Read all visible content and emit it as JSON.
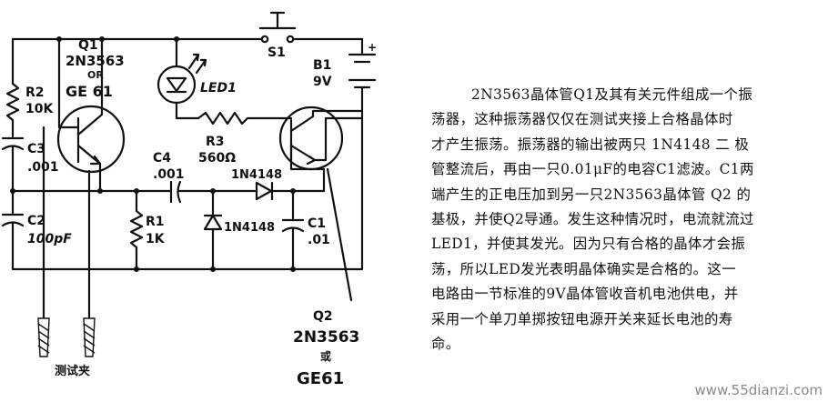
{
  "labels": {
    "q1": "Q1",
    "q1_part": "2N3563",
    "q1_or": "OR",
    "q1_alt": "GE 61",
    "r2": "R2",
    "r2_val": "10K",
    "c3": "C3",
    "c3_val": ".001",
    "c2": "C2",
    "c2_val": "100pF",
    "c4": "C4",
    "c4_val": ".001",
    "led": "LED1",
    "r3": "R3",
    "r3_val": "560Ω",
    "d_top": "1N4148",
    "d_mid": "1N4148",
    "r1": "R1",
    "r1_val": "1K",
    "c1": "C1",
    "c1_val": ".01",
    "s1": "S1",
    "b1": "B1",
    "b1_val": "9V",
    "plus": "+",
    "q2": "Q2",
    "q2_part": "2N3563",
    "q2_or": "或",
    "q2_alt": "GE61",
    "probe": "测试夹"
  },
  "description": [
    "2N3563晶体管Q1及其有关元件组成一个振",
    "荡器，这种振荡器仅仅在测试夹接上合格晶体时",
    "才产生振荡。振荡器的输出被两只 1N4148 二 极",
    "管整流后，再由一只0.01μF的电容C1滤波。C1两",
    "端产生的正电压加到另一只2N3563晶体管 Q2 的",
    "基极，并使Q2导通。发生这种情况时，电流就流过",
    "LED1，并使其发光。因为只有合格的晶体才会振",
    "荡，所以LED发光表明晶体确实是合格的。这一",
    "电路由一节标准的9V晶体管收音机电池供电，并",
    "采用一个单刀单掷按钮电源开关来延长电池的寿",
    "命。"
  ],
  "watermark": "www.55dianzi.com"
}
